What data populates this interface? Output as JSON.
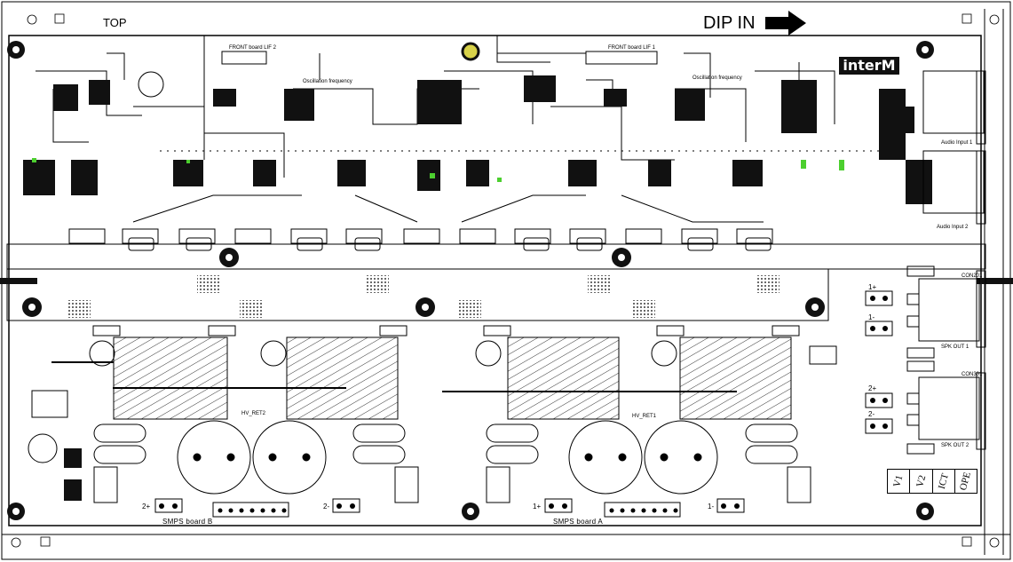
{
  "board": {
    "side_label": "TOP",
    "dip_label": "DIP IN",
    "logo_text": "interM",
    "smps_labels": [
      "SMPS board B",
      "SMPS board A"
    ],
    "audio_inputs": [
      "Audio Input 1",
      "Audio Input 2"
    ],
    "speaker_outputs": [
      "SPK OUT 1",
      "SPK OUT 2"
    ],
    "connector_polarity": [
      "1+",
      "1-",
      "2+",
      "2-"
    ],
    "front_board_labels": [
      "FRONT board LIF 2",
      "FRONT board LIF 1"
    ],
    "oscillation_labels": [
      "Oscillation frequency",
      "Oscillation frequency"
    ],
    "hv_labels": [
      "HV_RET2",
      "HV_RET1"
    ],
    "bottom_polarity": [
      "2+",
      "2-",
      "1+",
      "1-"
    ],
    "status_boxes": [
      "V1",
      "V2",
      "ICT",
      "OPE"
    ],
    "con_labels": [
      "CON201",
      "CON301"
    ],
    "colors": {
      "copper": "#000000",
      "background": "#ffffff",
      "highlight_green": "#4ccf2f",
      "pad_yellow": "#d8d24a"
    }
  }
}
